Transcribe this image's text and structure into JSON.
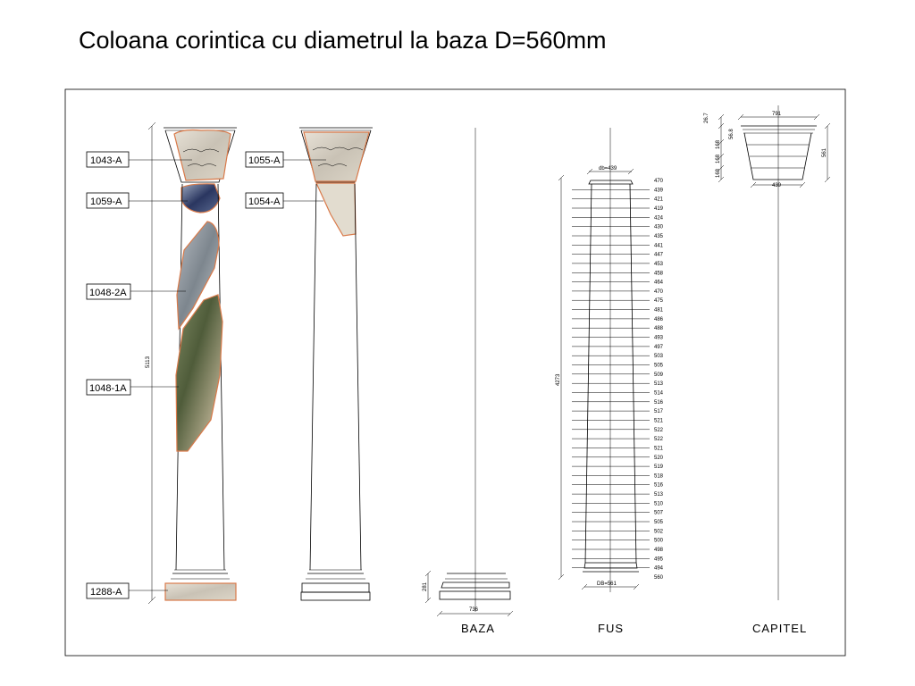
{
  "title": "Coloana corintica cu diametrul la baza D=560mm",
  "elevation1": {
    "labels": [
      "1043-A",
      "1059-A",
      "1048-2A",
      "1048-1A",
      "1288-A"
    ],
    "height_dim": "5113"
  },
  "elevation2": {
    "labels": [
      "1055-A",
      "1054-A"
    ]
  },
  "baza": {
    "name": "BAZA",
    "height_dim": "281",
    "width_dim": "736"
  },
  "fus": {
    "name": "FUS",
    "top_dim": "db=439",
    "bottom_dim": "DB=561",
    "height_dim": "4273",
    "diameters": [
      "470",
      "439",
      "421",
      "419",
      "424",
      "430",
      "435",
      "441",
      "447",
      "453",
      "458",
      "464",
      "470",
      "475",
      "481",
      "486",
      "488",
      "493",
      "497",
      "503",
      "505",
      "509",
      "513",
      "514",
      "516",
      "517",
      "521",
      "522",
      "522",
      "521",
      "520",
      "519",
      "518",
      "516",
      "513",
      "510",
      "507",
      "505",
      "502",
      "500",
      "498",
      "495",
      "494",
      "560"
    ]
  },
  "capitel": {
    "name": "CAPITEL",
    "top_dim": "791",
    "bottom_dim": "439",
    "height_dim": "561",
    "left_dims": [
      "26.7",
      "56.8",
      "168",
      "168",
      "168"
    ]
  }
}
